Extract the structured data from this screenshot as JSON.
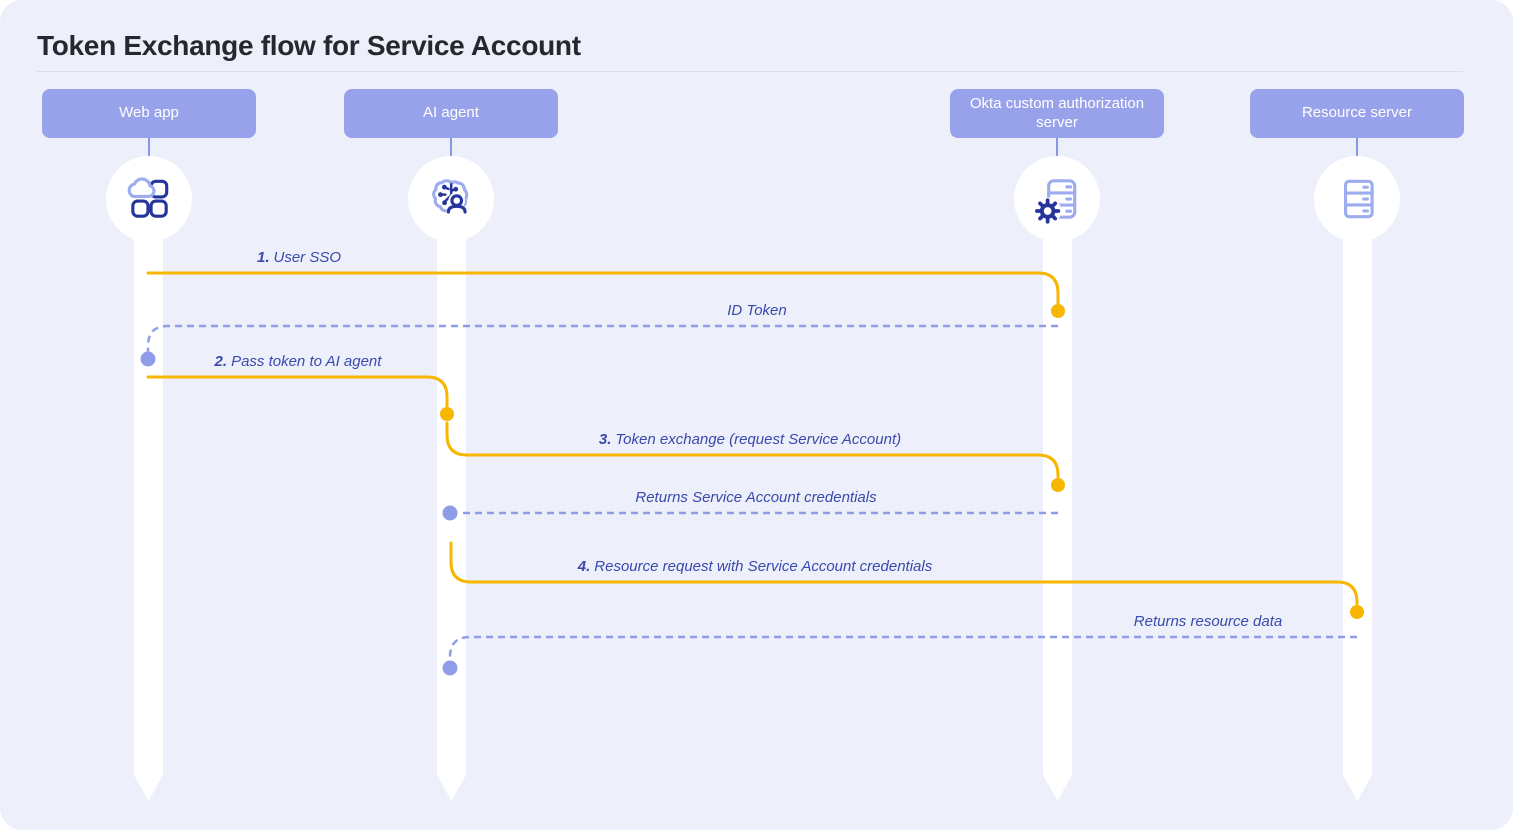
{
  "title": "Token Exchange flow for Service Account",
  "colors": {
    "background": "#edeffa",
    "actor_box": "#98a2ea",
    "actor_box_text": "#ffffff",
    "lifeline": "#ffffff",
    "request_line": "#f7b600",
    "response_line": "#8f9de9",
    "label_text": "#3a49ad",
    "title_text": "#26282e",
    "icon_dark": "#26359b",
    "icon_light": "#9dacef",
    "divider": "#dcdeec"
  },
  "actors": [
    {
      "label": "Web app",
      "icon": "cloud-apps-icon"
    },
    {
      "label": "AI agent",
      "icon": "ai-brain-user-icon"
    },
    {
      "label": "Okta custom authorization server",
      "icon": "server-gear-icon"
    },
    {
      "label": "Resource server",
      "icon": "server-rack-icon"
    }
  ],
  "messages": [
    {
      "number": "1.",
      "text": "User SSO",
      "from": "Web app",
      "to": "Okta custom authorization server",
      "style": "solid-request"
    },
    {
      "text": "ID Token",
      "from": "Okta custom authorization server",
      "to": "Web app",
      "style": "dashed-response"
    },
    {
      "number": "2.",
      "text": "Pass token to AI agent",
      "from": "Web app",
      "to": "AI agent",
      "style": "solid-request"
    },
    {
      "number": "3.",
      "text": "Token exchange (request Service Account)",
      "from": "AI agent",
      "to": "Okta custom authorization server",
      "style": "solid-request"
    },
    {
      "text": "Returns Service Account credentials",
      "from": "Okta custom authorization server",
      "to": "AI agent",
      "style": "dashed-response"
    },
    {
      "number": "4.",
      "text": "Resource request with Service Account credentials",
      "from": "AI agent",
      "to": "Resource server",
      "style": "solid-request"
    },
    {
      "text": "Returns resource data",
      "from": "Resource server",
      "to": "AI agent",
      "style": "dashed-response"
    }
  ]
}
